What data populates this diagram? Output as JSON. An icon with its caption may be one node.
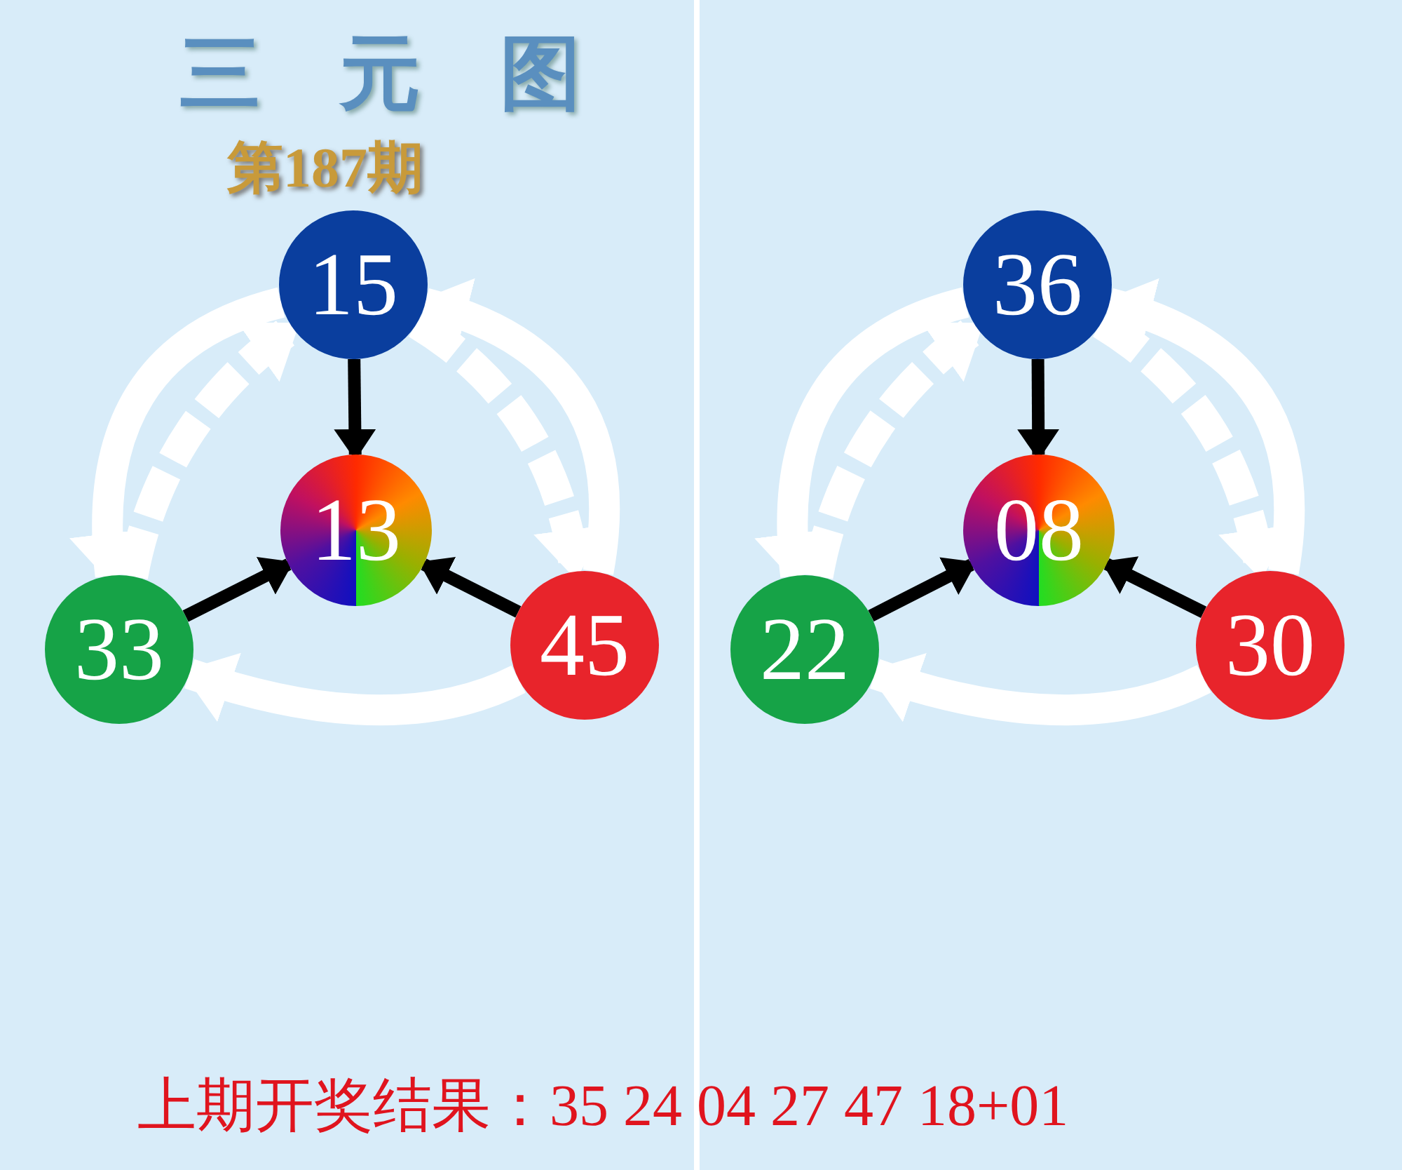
{
  "diagram": {
    "title": "三 元 图",
    "nodes": [
      {
        "text": [
          "15"
        ]
      },
      {
        "text": [
          "13"
        ]
      },
      {
        "text": [
          "33"
        ]
      },
      {
        "text": [
          "45"
        ]
      },
      {
        "text": [
          "36"
        ]
      },
      {
        "text": [
          "08"
        ]
      },
      {
        "text": [
          "22"
        ]
      },
      {
        "text": [
          "30"
        ]
      }
    ],
    "edges": [
      {
        "from": 0,
        "to": 1,
        "arrow": "to",
        "color": "#000000"
      },
      {
        "from": 2,
        "to": 1,
        "arrow": "to",
        "color": "#000000"
      },
      {
        "from": 3,
        "to": 1,
        "arrow": "to",
        "color": "#000000"
      },
      {
        "from": 0,
        "to": 2,
        "arrow": "to"
      },
      {
        "from": 3,
        "to": 2,
        "arrow": "to"
      },
      {
        "from": 3,
        "to": 0,
        "arrow": "to"
      },
      {
        "from": 2,
        "to": 0,
        "arrow": "to",
        "style": "dashed"
      },
      {
        "from": 0,
        "to": 3,
        "arrow": "to",
        "style": "dashed"
      },
      {
        "from": 4,
        "to": 5,
        "arrow": "to",
        "color": "#000000"
      },
      {
        "from": 6,
        "to": 5,
        "arrow": "to",
        "color": "#000000"
      },
      {
        "from": 7,
        "to": 5,
        "arrow": "to",
        "color": "#000000"
      },
      {
        "from": 4,
        "to": 6,
        "arrow": "to"
      },
      {
        "from": 7,
        "to": 6,
        "arrow": "to"
      },
      {
        "from": 7,
        "to": 4,
        "arrow": "to"
      },
      {
        "from": 6,
        "to": 4,
        "arrow": "to",
        "style": "dashed"
      },
      {
        "from": 4,
        "to": 7,
        "arrow": "to",
        "style": "dashed"
      }
    ],
    "labels": [
      "第187期",
      "上期开奖结果：35 24 04 27 47 18+01"
    ]
  }
}
